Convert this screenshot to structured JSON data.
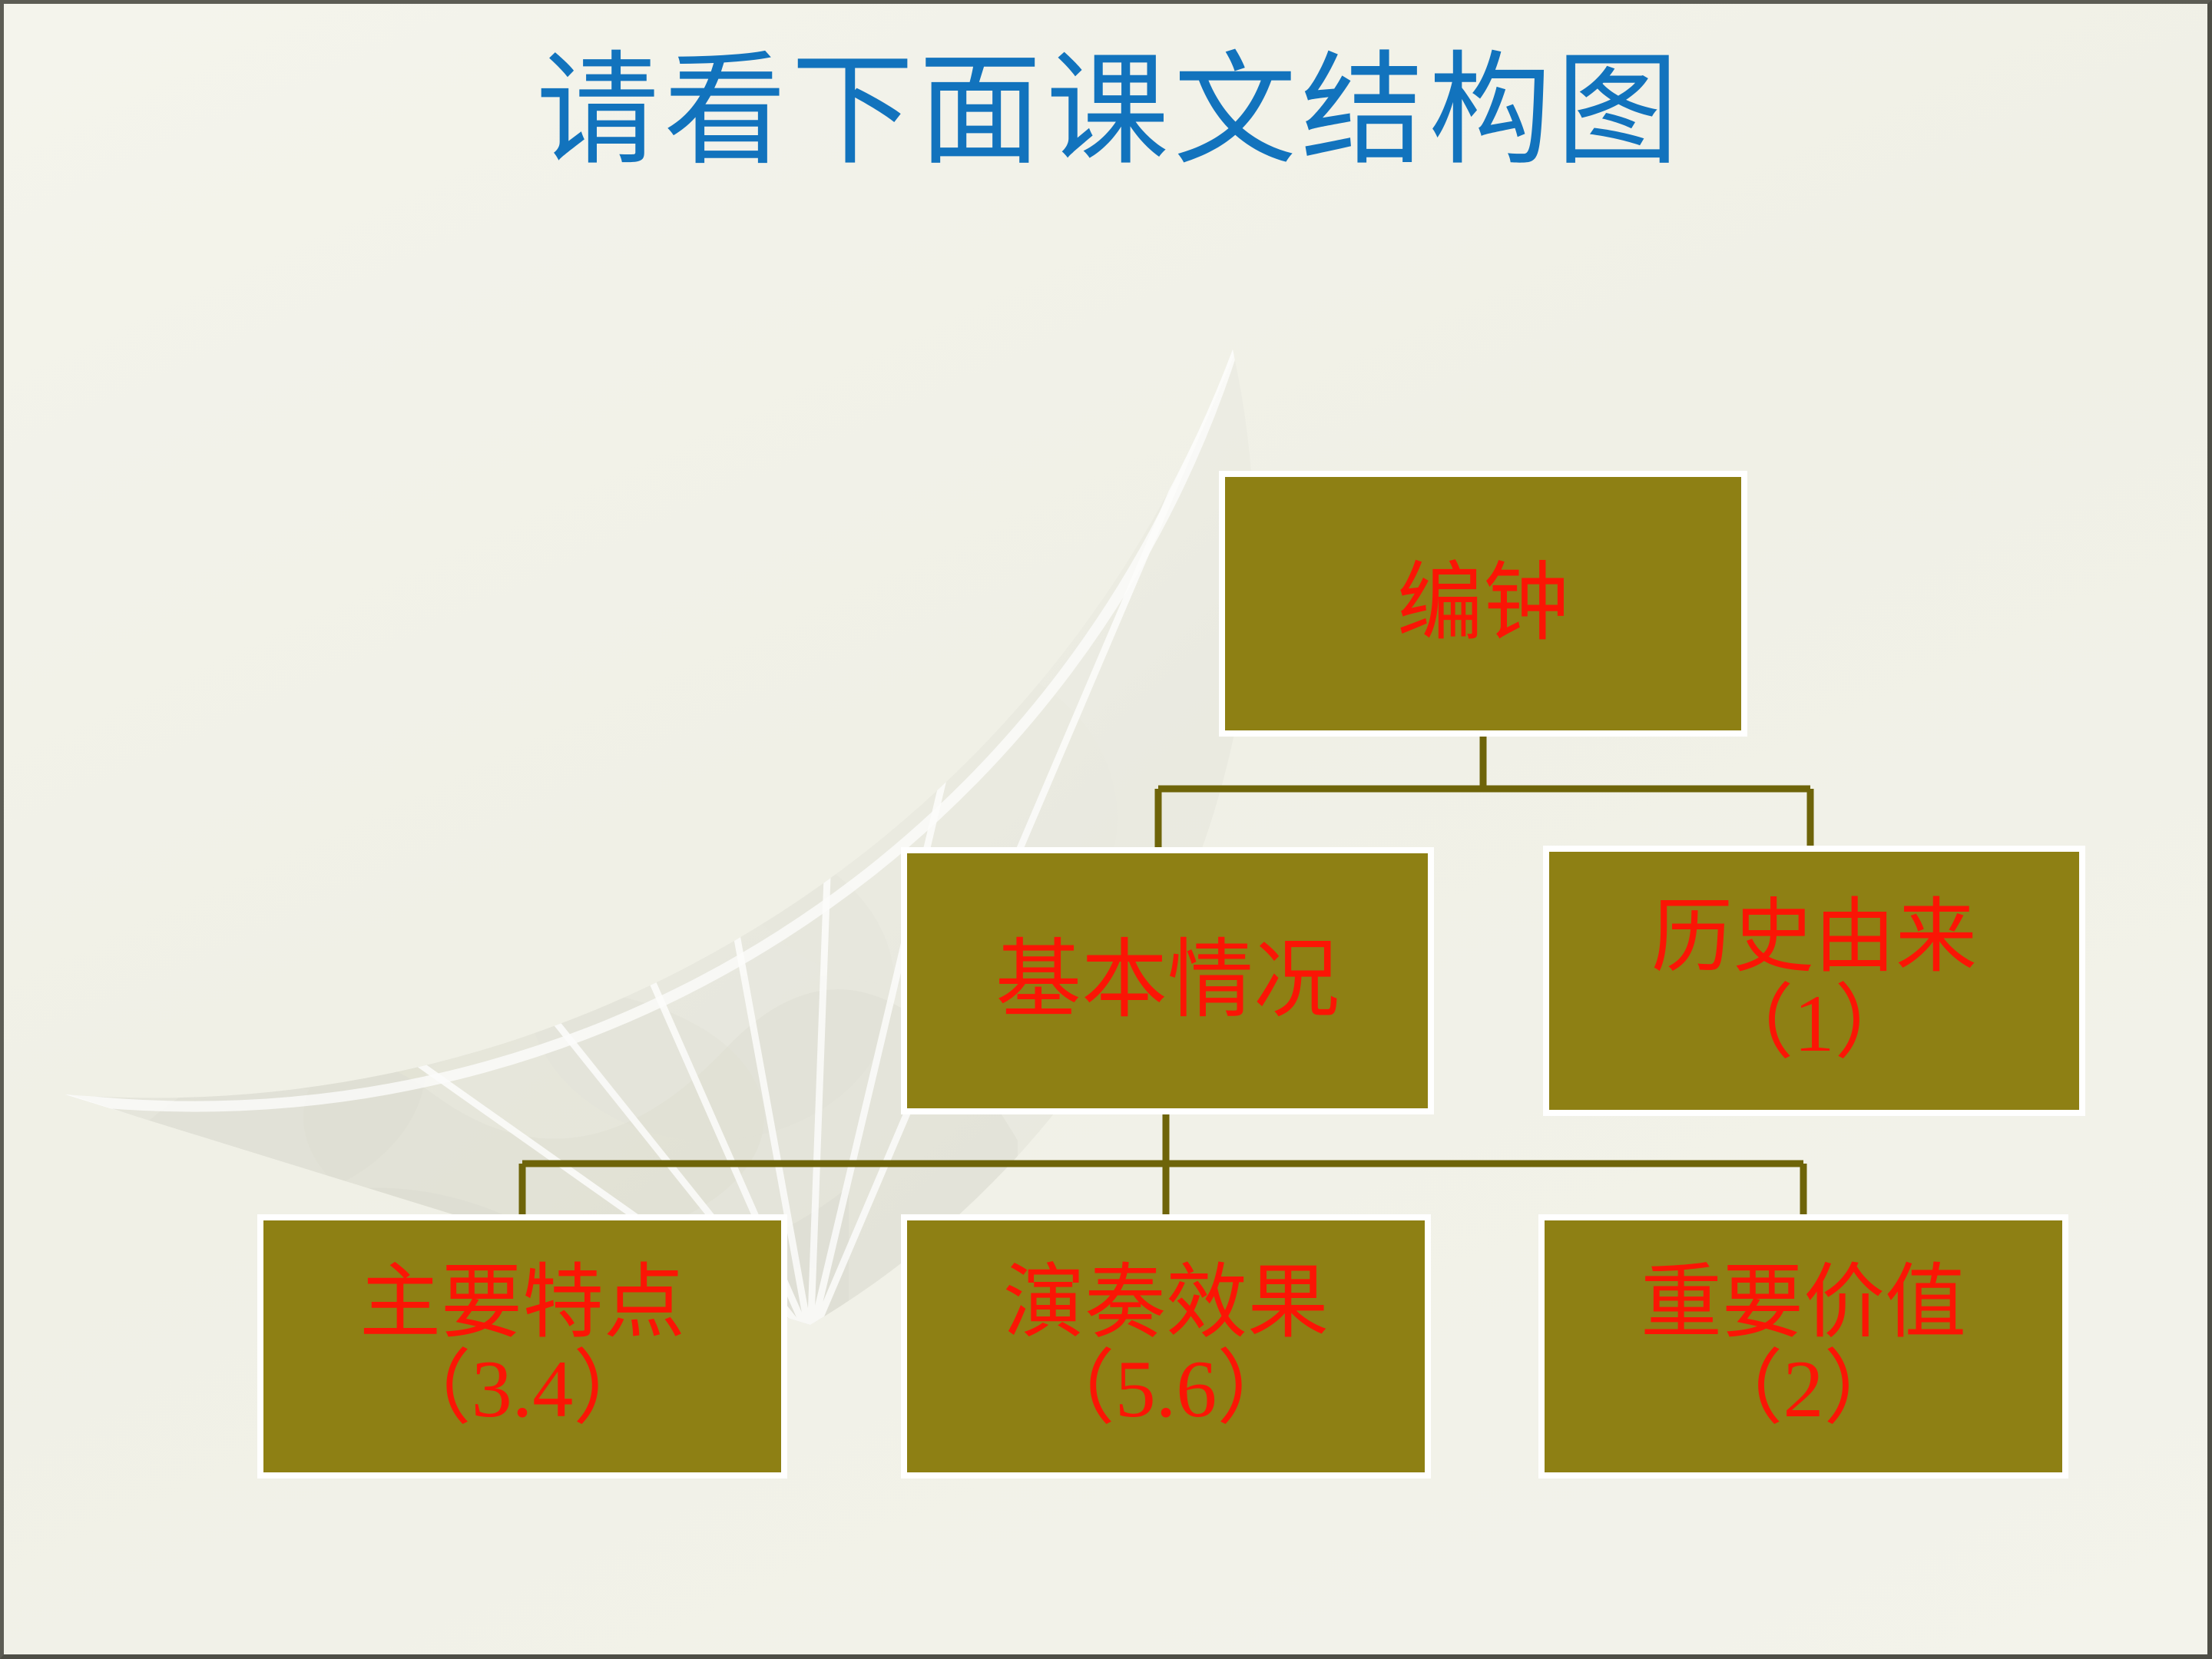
{
  "slide": {
    "title": "请看下面课文结构图",
    "title_color": "#1273bd",
    "background_color": "#f2f2ea",
    "node_fill_color": "#8e8014",
    "node_border_color": "#ffffff",
    "node_text_color": "#fb1505",
    "connector_color": "#6e6409",
    "watermark": "folded-fan-ink-painting"
  },
  "diagram": {
    "type": "tree",
    "root": {
      "id": "root",
      "label": "编钟",
      "line1": "编钟",
      "line2": ""
    },
    "level2": [
      {
        "id": "basic",
        "label": "基本情况",
        "line1": "基本情况",
        "line2": ""
      },
      {
        "id": "history",
        "label": "历史由来（1）",
        "line1": "历史由来",
        "line2": "（1）",
        "section": "1"
      }
    ],
    "level3": [
      {
        "id": "features",
        "label": "主要特点（3.4）",
        "line1": "主要特点",
        "line2": "（3.4）",
        "section": "3.4"
      },
      {
        "id": "effect",
        "label": "演奏效果（5.6）",
        "line1": "演奏效果",
        "line2": "（5.6）",
        "section": "5.6"
      },
      {
        "id": "value",
        "label": "重要价值（2）",
        "line1": "重要价值",
        "line2": "（2）",
        "section": "2"
      }
    ],
    "edges": [
      {
        "from": "root",
        "to": "basic"
      },
      {
        "from": "root",
        "to": "history"
      },
      {
        "from": "basic",
        "to": "features"
      },
      {
        "from": "basic",
        "to": "effect"
      },
      {
        "from": "basic",
        "to": "value"
      }
    ]
  }
}
